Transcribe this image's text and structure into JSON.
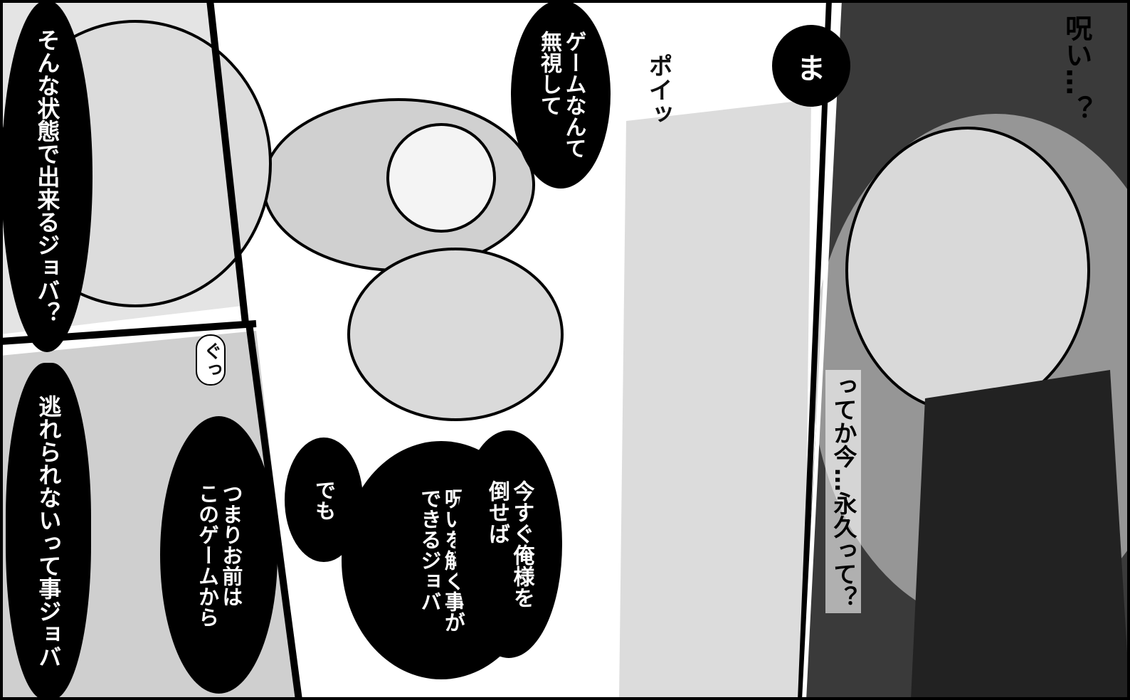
{
  "balloons": {
    "b1": "そんな状態で出来るジョバ？",
    "b2": "逃れられないって事ジョバ",
    "b3": "ゲームなんて\n無視して",
    "b4": "つまりお前は\nこのゲームから",
    "b5": "でも",
    "b6": "呪いを解く事が\nできるジョバ",
    "b7": "今すぐ俺様を\n倒せば",
    "b8": "ま"
  },
  "free_text": {
    "t1": "呪い…？",
    "t2": "ってか今…永久って？"
  },
  "sfx": {
    "s1": "ポイッ",
    "s2": "ぐっ"
  }
}
